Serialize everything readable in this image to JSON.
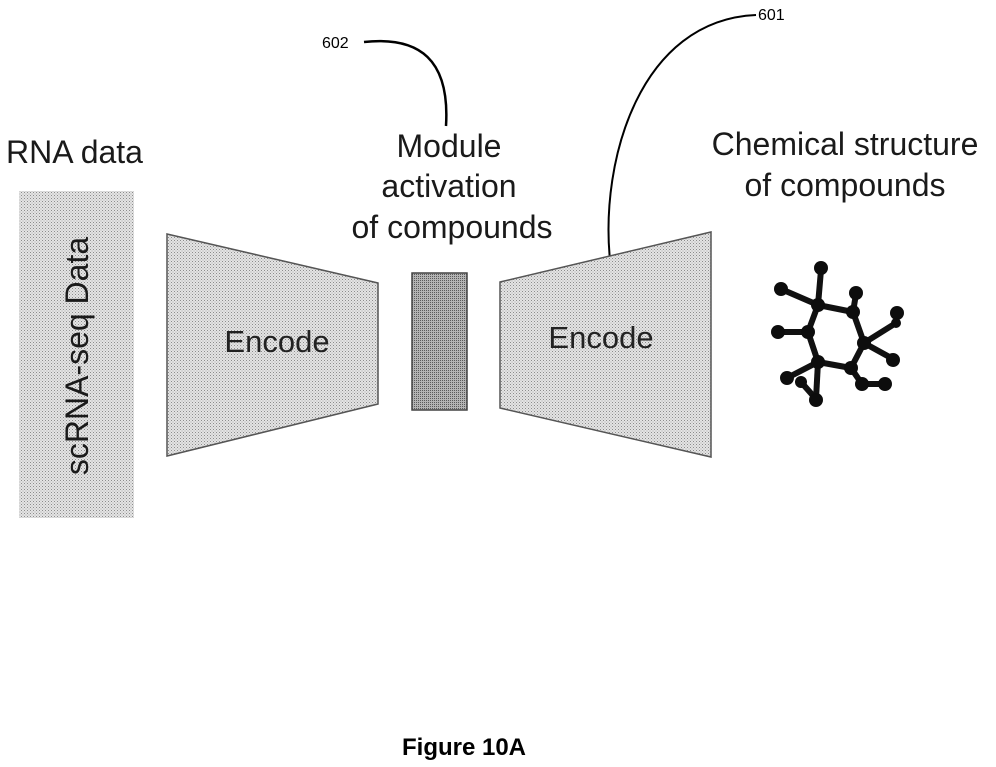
{
  "labels": {
    "rna_data": "RNA data",
    "module_line1": "Module",
    "module_line2": "activation",
    "module_line3": "of compounds",
    "chem_line1": "Chemical structure",
    "chem_line2": "of compounds",
    "scrna": "scRNA-seq Data",
    "encoder_left": "Encode",
    "encoder_right": "Encode",
    "ref_602": "602",
    "ref_601": "601",
    "caption": "Figure 10A"
  }
}
